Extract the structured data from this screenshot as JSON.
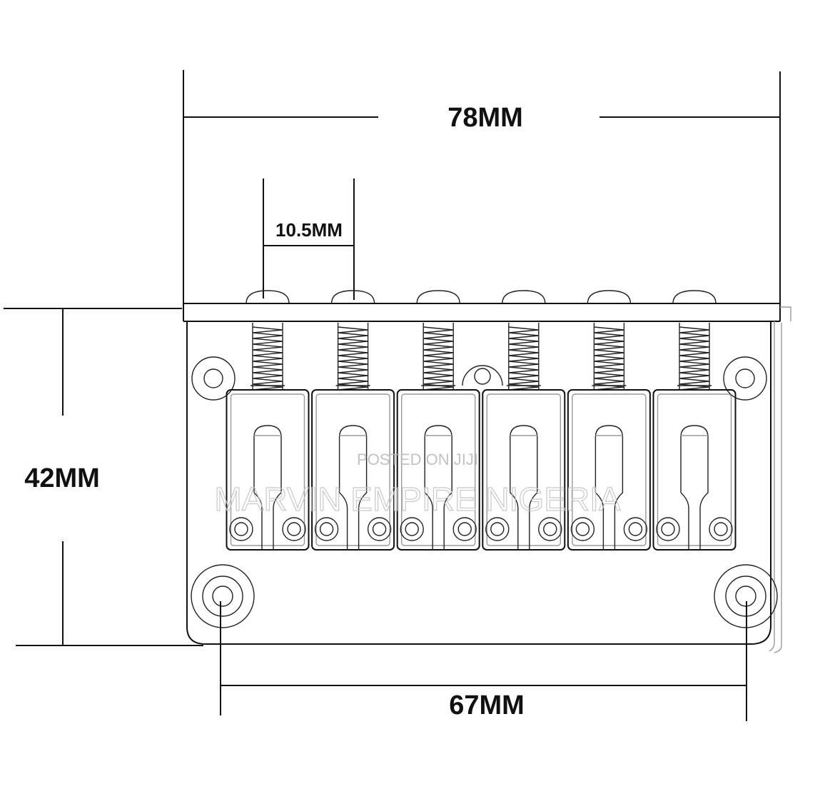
{
  "dimensions": {
    "overall_width": "78MM",
    "saddle_spacing": "10.5MM",
    "height": "42MM",
    "mount_hole_spacing": "67MM"
  },
  "watermark": {
    "line1": "POSTED ON JIJI",
    "line2": "MARVIN EMPIRE NIGERIA"
  },
  "saddle_count": 6
}
